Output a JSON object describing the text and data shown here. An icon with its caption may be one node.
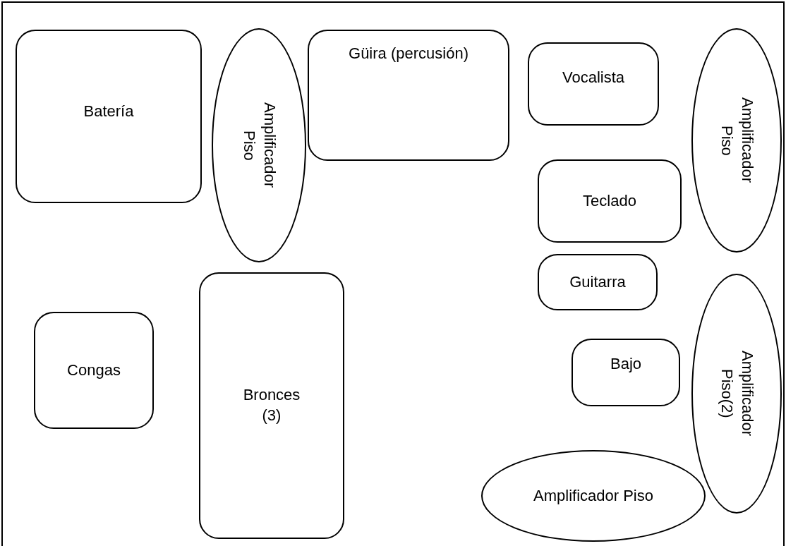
{
  "diagram": {
    "nodes": [
      {
        "text": [
          "Batería"
        ]
      },
      {
        "text": [
          "Amplificador Piso"
        ]
      },
      {
        "text": [
          "Güira (percusión)"
        ]
      },
      {
        "text": [
          "Vocalista"
        ]
      },
      {
        "text": [
          "Amplificador Piso"
        ]
      },
      {
        "text": [
          "Teclado"
        ]
      },
      {
        "text": [
          "Guitarra"
        ]
      },
      {
        "text": [
          "Bronces (3)"
        ]
      },
      {
        "text": [
          "Congas"
        ]
      },
      {
        "text": [
          "Bajo"
        ]
      },
      {
        "text": [
          "Amplificador Piso(2)"
        ]
      },
      {
        "text": [
          "Amplificador Piso"
        ]
      }
    ]
  }
}
